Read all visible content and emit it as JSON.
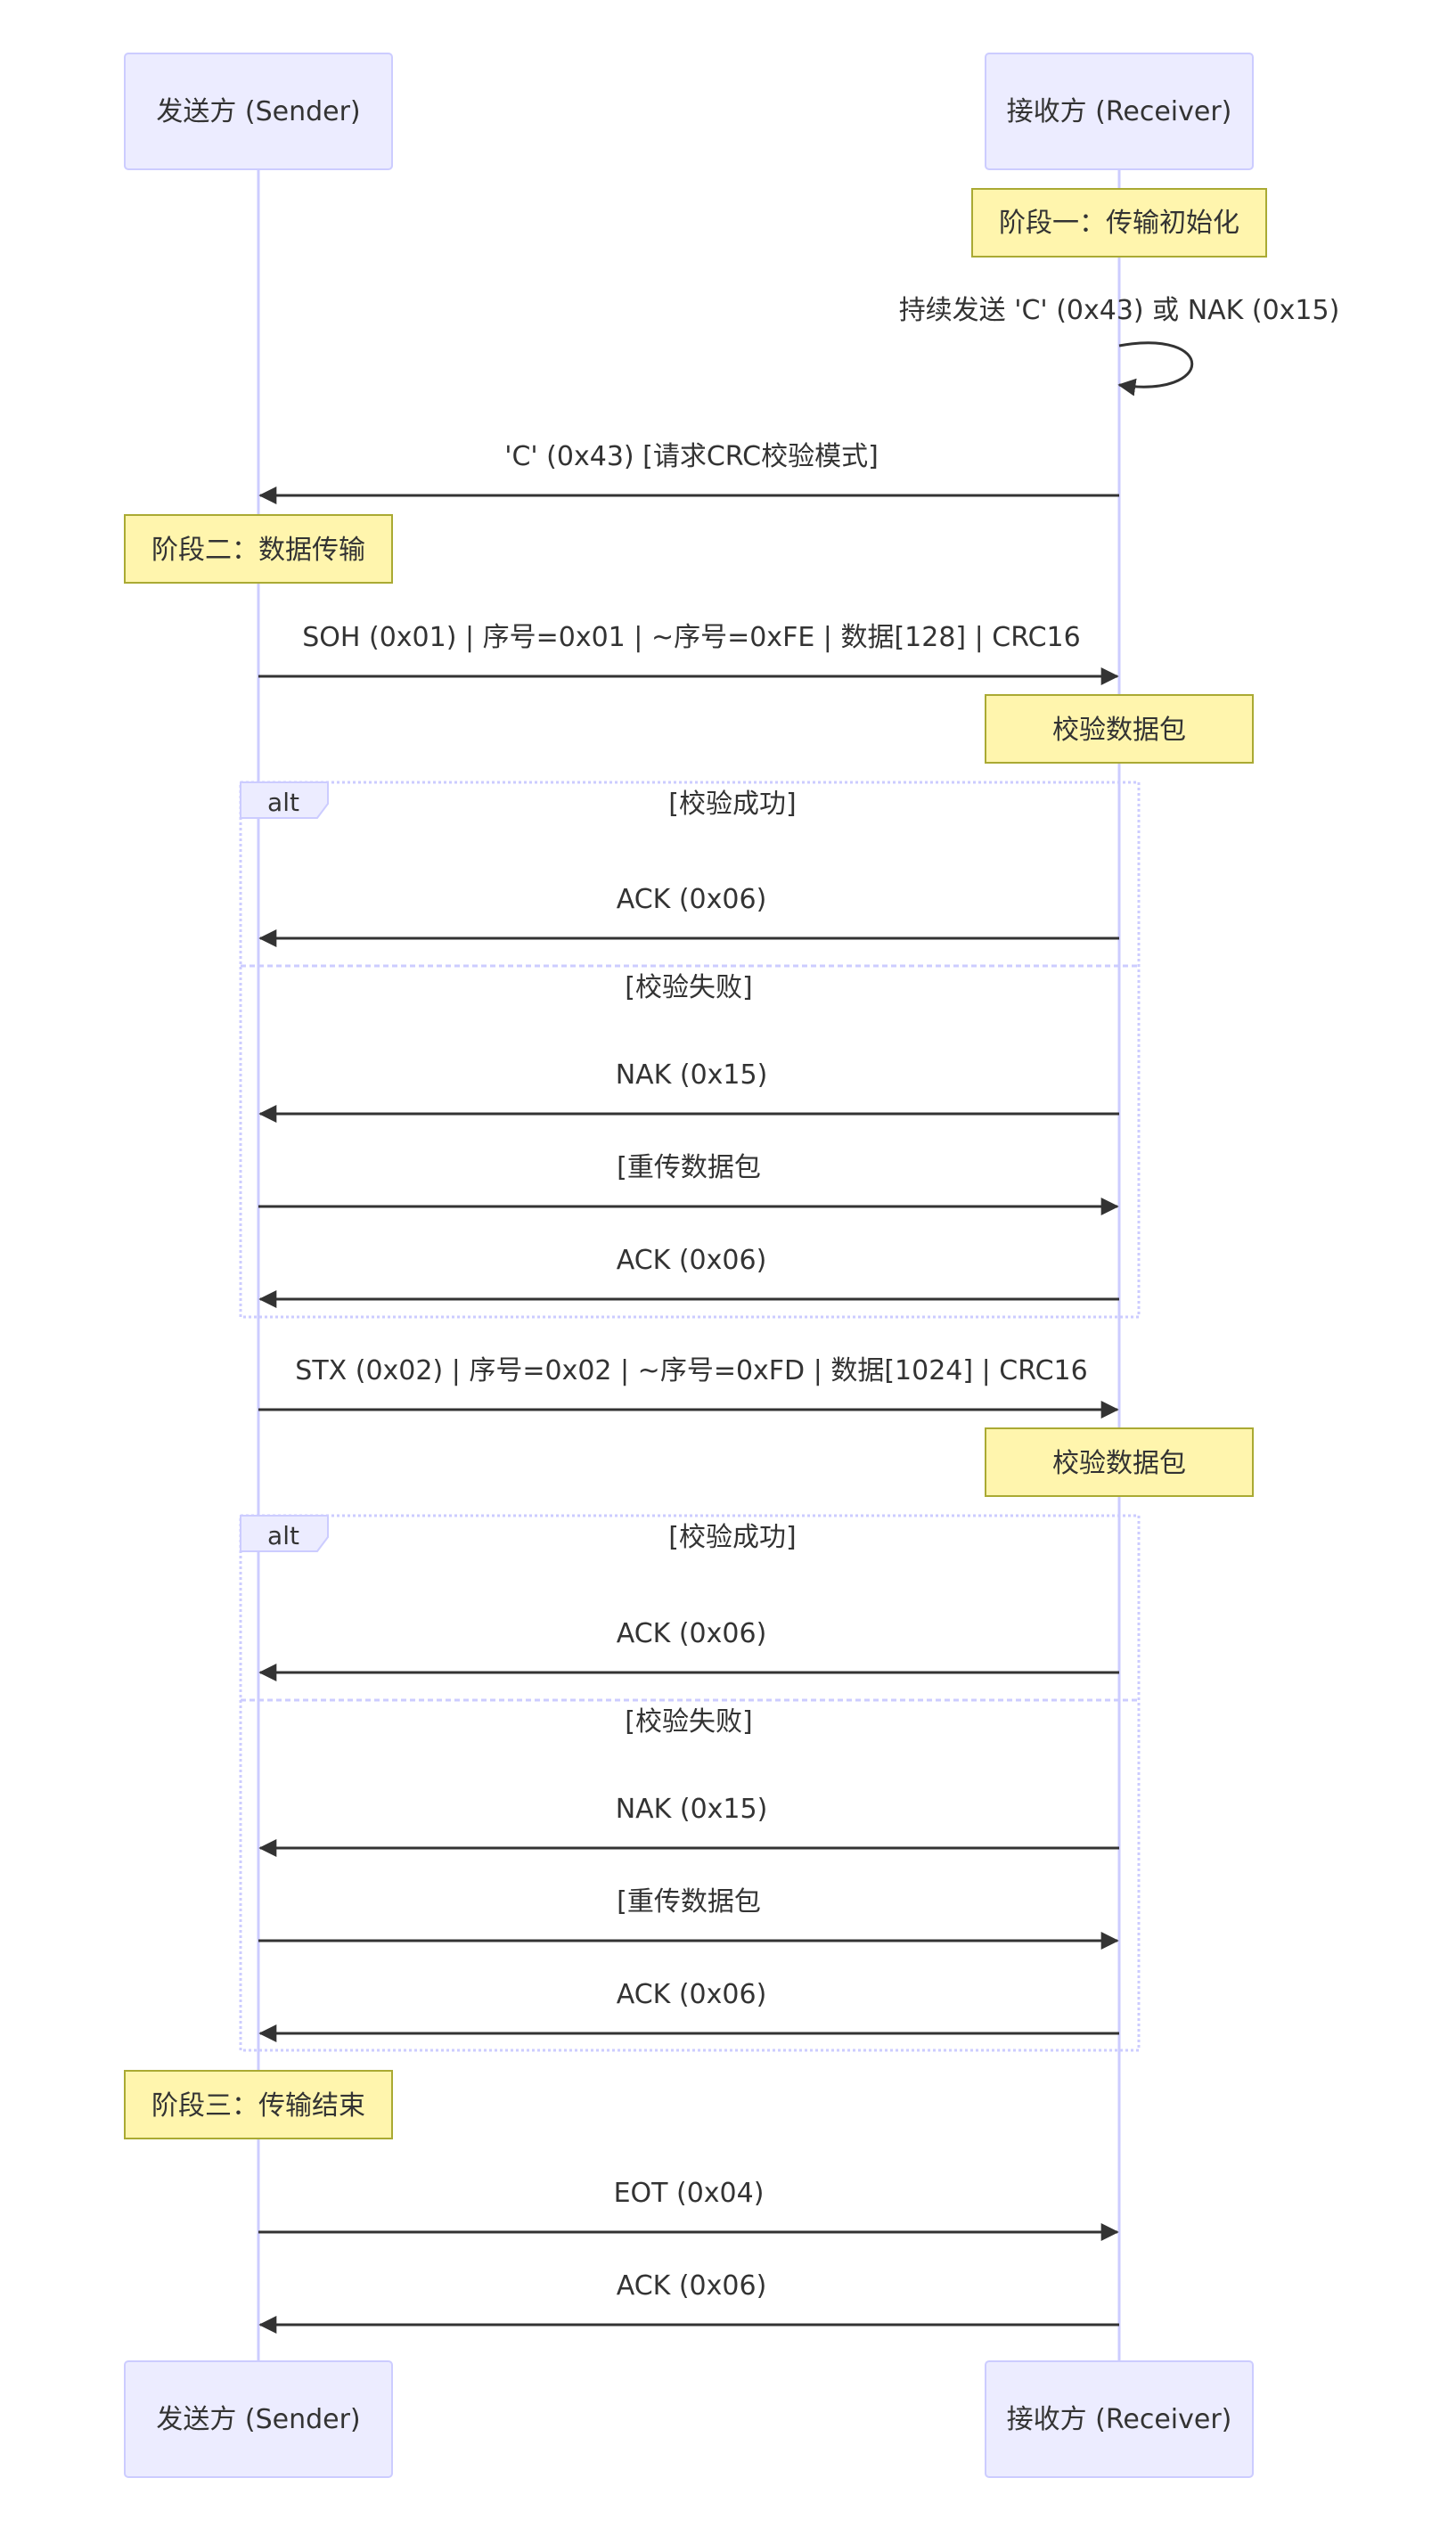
{
  "participants": {
    "sender": "发送方 (Sender)",
    "receiver": "接收方 (Receiver)"
  },
  "notes": {
    "phase1": "阶段一：传输初始化",
    "phase2": "阶段二：数据传输",
    "verify_packet": "校验数据包",
    "phase3": "阶段三：传输结束"
  },
  "messages": {
    "continuous_send": "持续发送 'C' (0x43) 或 NAK (0x15)",
    "request_crc": "'C' (0x43) [请求CRC校验模式]",
    "soh_packet": "SOH (0x01) | 序号=0x01 | ~序号=0xFE | 数据[128] | CRC16",
    "stx_packet": "STX (0x02) | 序号=0x02 | ~序号=0xFD | 数据[1024] | CRC16",
    "ack": "ACK (0x06)",
    "nak": "NAK (0x15)",
    "resend": "[重传数据包",
    "eot": "EOT (0x04)"
  },
  "alt": {
    "keyword": "alt",
    "success": "[校验成功]",
    "failure": "[校验失败]"
  },
  "colors": {
    "actor_fill": "#ECECFF",
    "actor_stroke": "#CCCCFF",
    "lifeline": "#CCCCFF",
    "note_fill": "#FFF5AD",
    "note_stroke": "#AAAA33",
    "arrow": "#333333",
    "text": "#333333",
    "alt_border": "#CCCCFF"
  }
}
